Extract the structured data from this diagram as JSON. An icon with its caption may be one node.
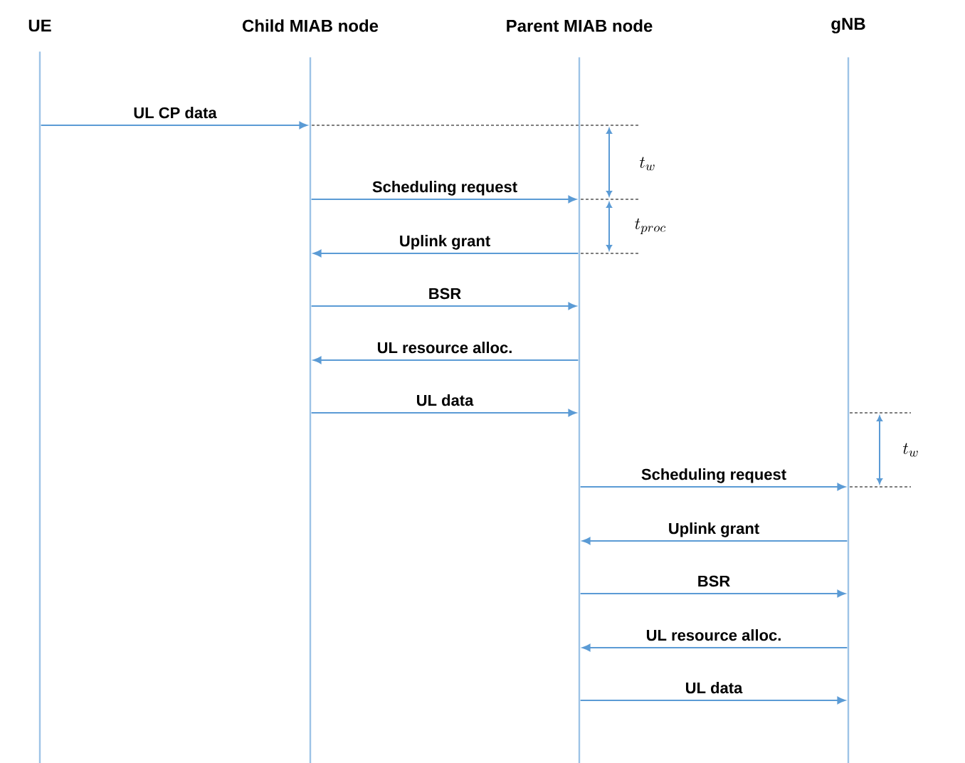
{
  "diagram": {
    "nodes": [
      {
        "text": [
          "UE"
        ]
      },
      {
        "text": [
          "Child MIAB node"
        ]
      },
      {
        "text": [
          "Parent MIAB node"
        ]
      },
      {
        "text": [
          "gNB"
        ]
      },
      {
        "text": [],
        "shape": "bar"
      },
      {
        "text": [],
        "shape": "bar"
      },
      {
        "text": [],
        "shape": "bar"
      },
      {
        "text": [],
        "shape": "bar"
      }
    ],
    "edges": [
      {
        "from": 4,
        "to": 5,
        "arrow": "to",
        "label": "UL CP data"
      },
      {
        "from": 5,
        "to": 6,
        "arrow": "to",
        "label": "Scheduling request"
      },
      {
        "from": 6,
        "to": 5,
        "arrow": "to",
        "label": "Uplink grant"
      },
      {
        "from": 5,
        "to": 6,
        "arrow": "to",
        "label": "BSR"
      },
      {
        "from": 6,
        "to": 5,
        "arrow": "to",
        "label": "UL resource alloc."
      },
      {
        "from": 5,
        "to": 6,
        "arrow": "to",
        "label": "UL data"
      },
      {
        "from": 6,
        "to": 7,
        "arrow": "to",
        "label": "Scheduling request"
      },
      {
        "from": 7,
        "to": 6,
        "arrow": "to",
        "label": "Uplink grant"
      },
      {
        "from": 6,
        "to": 7,
        "arrow": "to",
        "label": "BSR"
      },
      {
        "from": 7,
        "to": 6,
        "arrow": "to",
        "label": "UL resource alloc."
      },
      {
        "from": 6,
        "to": 7,
        "arrow": "to",
        "label": "UL data"
      }
    ],
    "labels": [
      "t_w",
      "t_{proc}",
      "t_w"
    ]
  }
}
